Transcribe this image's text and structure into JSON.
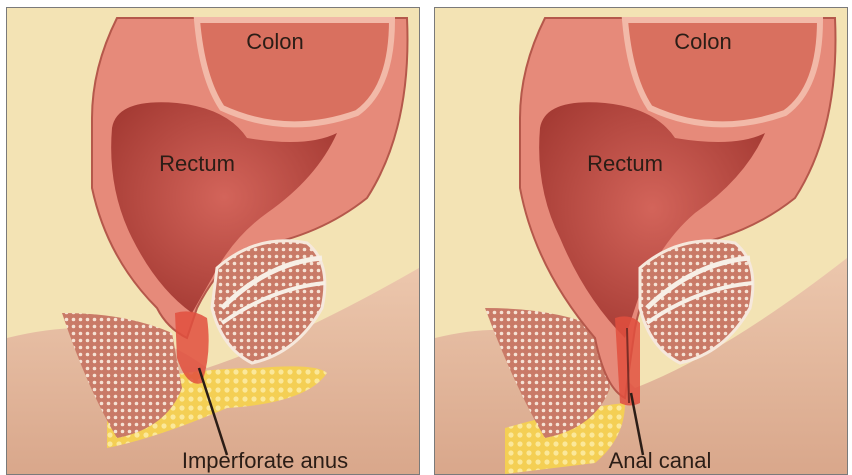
{
  "panels": [
    {
      "labels": {
        "colon": "Colon",
        "rectum": "Rectum",
        "callout": "Imperforate anus"
      }
    },
    {
      "labels": {
        "colon": "Colon",
        "rectum": "Rectum",
        "callout": "Anal canal"
      }
    }
  ],
  "colors": {
    "background": "#f3e3b4",
    "tissue_wall": "#e68a7a",
    "colon_inner": "#d9705f",
    "rectum_inner": "#b94a3e",
    "muscle_dots": "#c76f5e",
    "fat": "#f2c84b",
    "skin": "#e9bfa4",
    "border": "#7a7a7a"
  }
}
